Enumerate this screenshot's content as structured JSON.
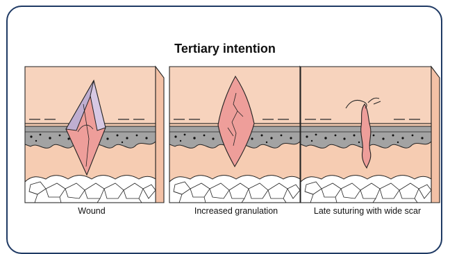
{
  "title": "Tertiary intention",
  "panels": [
    {
      "caption": "Wound"
    },
    {
      "caption": "Increased granulation"
    },
    {
      "caption": "Late suturing with wide scar"
    }
  ],
  "colors": {
    "skin_top": "#f7d3bd",
    "skin_side": "#f3c1a6",
    "skin_front": "#f6ccb2",
    "dermis_layer": "#a3a3a3",
    "wound_granulation": "#ee9e9a",
    "wound_edge": "#bfaed0",
    "frame_border": "#1f3a64",
    "outline": "#222222"
  }
}
